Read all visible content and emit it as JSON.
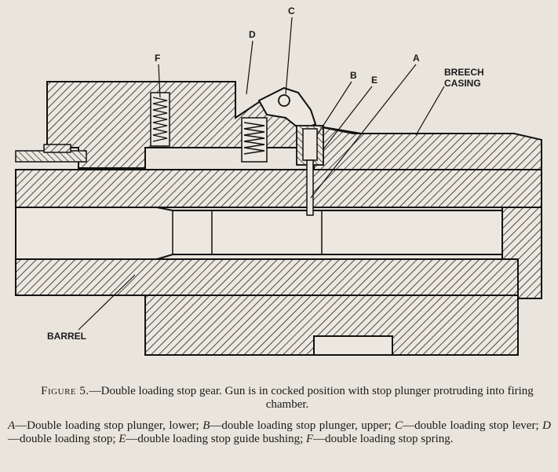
{
  "labels": {
    "a": "A",
    "b": "B",
    "c": "C",
    "d": "D",
    "e": "E",
    "f": "F",
    "breech": "BREECH",
    "casing": "CASING",
    "barrel": "BARREL"
  },
  "caption": {
    "figure_number": "Figure 5.",
    "title": "—Double loading stop gear.  Gun is in cocked position with stop plunger protruding into firing chamber.",
    "legend": [
      {
        "key": "A",
        "text": "—Double loading stop plunger, lower; "
      },
      {
        "key": "B",
        "text": "—double loading stop plunger, upper; "
      },
      {
        "key": "C",
        "text": "—double loading stop lever; "
      },
      {
        "key": "D",
        "text": "—double loading stop; "
      },
      {
        "key": "E",
        "text": "—double loading stop guide bushing; "
      },
      {
        "key": "F",
        "text": "—double loading stop spring."
      }
    ]
  }
}
